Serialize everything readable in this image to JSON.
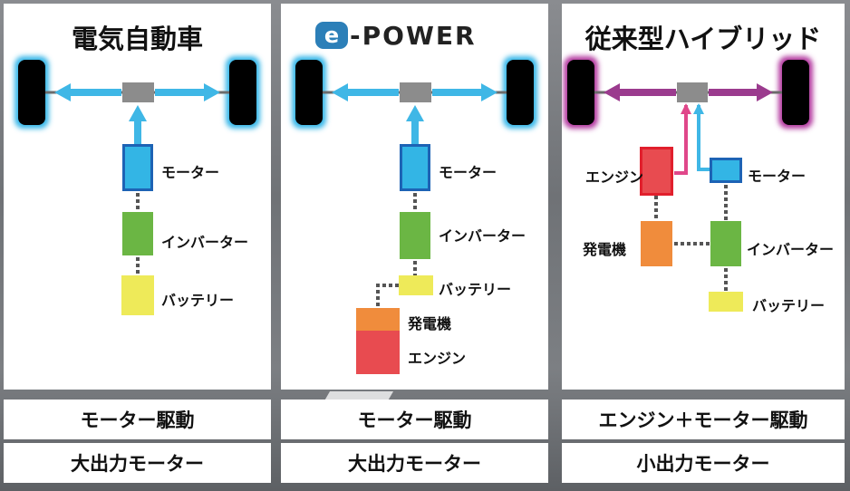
{
  "panels": [
    {
      "title": "電気自動車",
      "labels": {
        "motor": "モーター",
        "inverter": "インバーター",
        "battery": "バッテリー"
      },
      "footer": {
        "drive": "モーター駆動",
        "motor_size": "大出力モーター"
      }
    },
    {
      "title": "e-POWER",
      "logo_prefix": "e",
      "logo_text": "-POWER",
      "labels": {
        "motor": "モーター",
        "inverter": "インバーター",
        "battery": "バッテリー",
        "generator": "発電機",
        "engine": "エンジン"
      },
      "footer": {
        "drive": "モーター駆動",
        "motor_size": "大出力モーター"
      }
    },
    {
      "title": "従来型ハイブリッド",
      "labels": {
        "engine": "エンジン",
        "motor": "モーター",
        "generator": "発電機",
        "inverter": "インバーター",
        "battery": "バッテリー"
      },
      "footer": {
        "drive": "エンジン＋モーター駆動",
        "motor_size": "小出力モーター"
      }
    }
  ],
  "colors": {
    "motor": "#33b5e5",
    "inverter": "#6bb644",
    "battery": "#eeea59",
    "generator": "#f08c3c",
    "engine": "#e84b50",
    "ev_arrow": "#3fb7e6",
    "hybrid_arrow": "#9b3b8e",
    "engine_link": "#e0478a"
  }
}
